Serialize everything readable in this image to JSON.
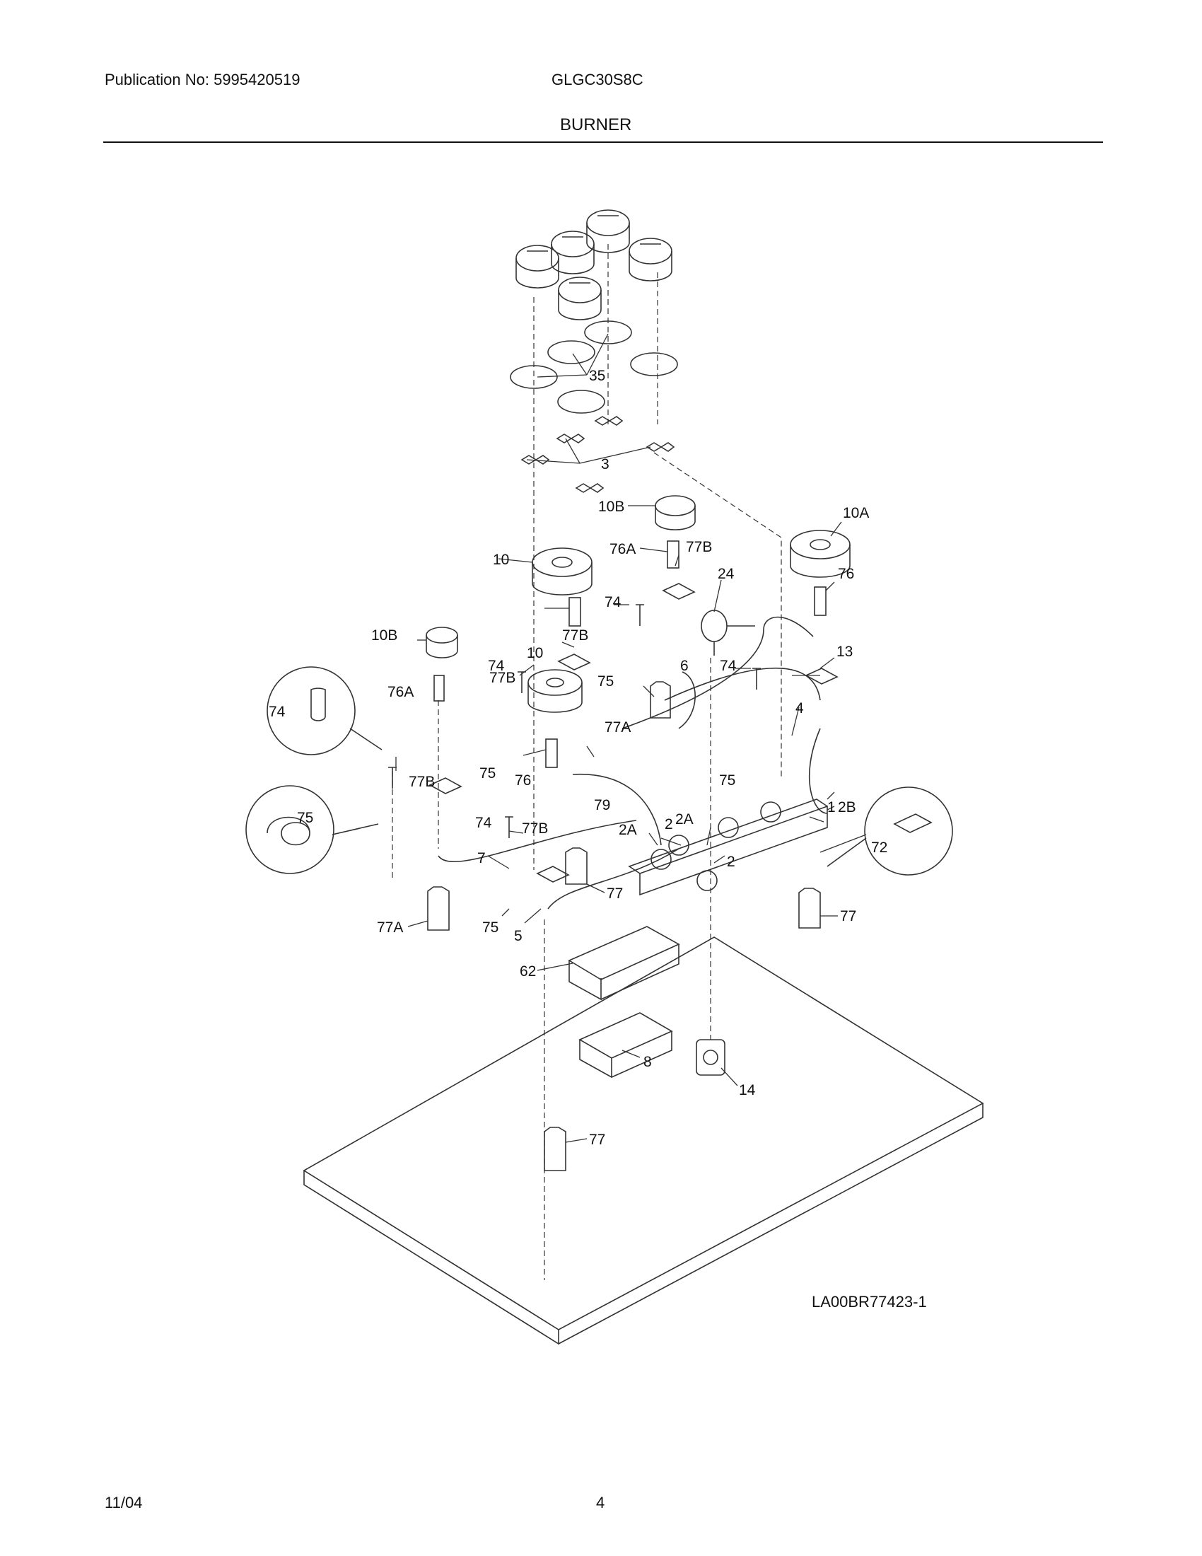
{
  "header": {
    "publication": "Publication No: 5995420519",
    "model": "GLGC30S8C",
    "section": "BURNER"
  },
  "footer": {
    "date": "11/04",
    "page": "4"
  },
  "diagram": {
    "drawing_id": "LA00BR77423-1",
    "callouts": [
      "35",
      "3",
      "10B",
      "10A",
      "76A",
      "77B",
      "24",
      "10",
      "76",
      "74",
      "13",
      "10B",
      "77B",
      "74",
      "6",
      "74",
      "76A",
      "75",
      "77A",
      "4",
      "10",
      "75",
      "75",
      "76",
      "79",
      "2A",
      "1",
      "2B",
      "77B",
      "2",
      "74",
      "77B",
      "2A",
      "72",
      "2",
      "7",
      "77",
      "75",
      "77",
      "77A",
      "5",
      "62",
      "8",
      "14",
      "77",
      "74",
      "75",
      "77B"
    ]
  }
}
